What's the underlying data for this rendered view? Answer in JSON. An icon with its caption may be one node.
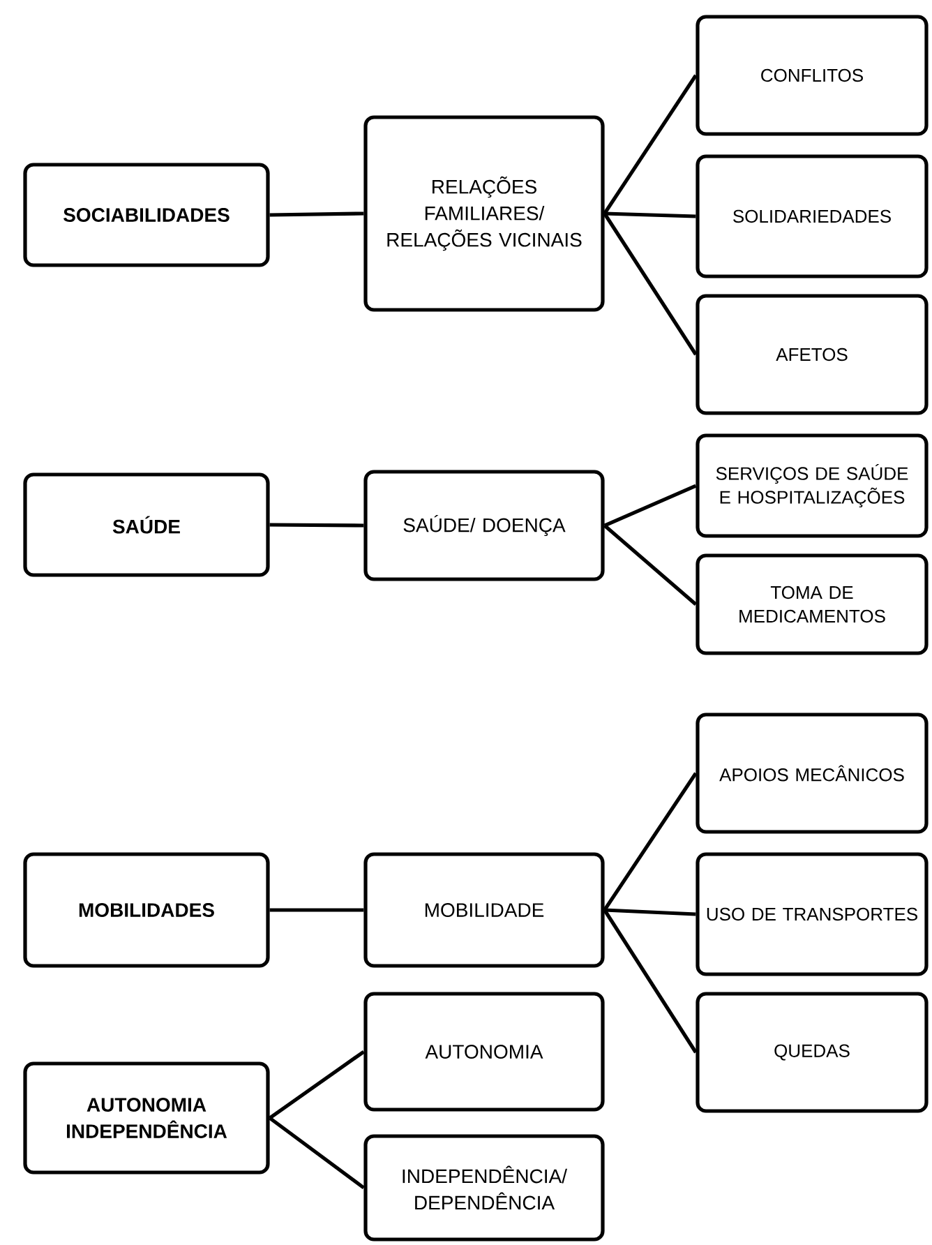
{
  "diagram": {
    "nodes": [
      {
        "text": [
          "SOCIABILIDADES"
        ]
      },
      {
        "text": [
          "RELAÇÕES FAMILIARES/ RELAÇÕES VICINAIS"
        ]
      },
      {
        "text": [
          "CONFLITOS"
        ]
      },
      {
        "text": [
          "SOLIDARIEDADES"
        ]
      },
      {
        "text": [
          "AFETOS"
        ]
      },
      {
        "text": [
          "SAÚDE"
        ]
      },
      {
        "text": [
          "SAÚDE/ DOENÇA"
        ]
      },
      {
        "text": [
          "SERVIÇOS DE SAÚDE E HOSPITALIZAÇÕES"
        ]
      },
      {
        "text": [
          "TOMA DE MEDICAMENTOS"
        ]
      },
      {
        "text": [
          "MOBILIDADES"
        ]
      },
      {
        "text": [
          "MOBILIDADE"
        ]
      },
      {
        "text": [
          "APOIOS MECÂNICOS"
        ]
      },
      {
        "text": [
          "USO DE TRANSPORTES"
        ]
      },
      {
        "text": [
          "QUEDAS"
        ]
      },
      {
        "text": [
          "AUTONOMIA INDEPENDÊNCIA"
        ]
      },
      {
        "text": [
          "AUTONOMIA"
        ]
      },
      {
        "text": [
          "INDEPENDÊNCIA/ DEPENDÊNCIA"
        ]
      }
    ],
    "edges": [
      {
        "from": 0,
        "to": 1,
        "arrow": "none"
      },
      {
        "from": 1,
        "to": 2,
        "arrow": "none"
      },
      {
        "from": 1,
        "to": 3,
        "arrow": "none"
      },
      {
        "from": 1,
        "to": 4,
        "arrow": "none"
      },
      {
        "from": 5,
        "to": 6,
        "arrow": "none"
      },
      {
        "from": 6,
        "to": 7,
        "arrow": "none"
      },
      {
        "from": 6,
        "to": 8,
        "arrow": "none"
      },
      {
        "from": 9,
        "to": 10,
        "arrow": "none"
      },
      {
        "from": 10,
        "to": 11,
        "arrow": "none"
      },
      {
        "from": 10,
        "to": 12,
        "arrow": "none"
      },
      {
        "from": 10,
        "to": 13,
        "arrow": "none"
      },
      {
        "from": 14,
        "to": 15,
        "arrow": "none"
      },
      {
        "from": 14,
        "to": 16,
        "arrow": "none"
      }
    ]
  }
}
